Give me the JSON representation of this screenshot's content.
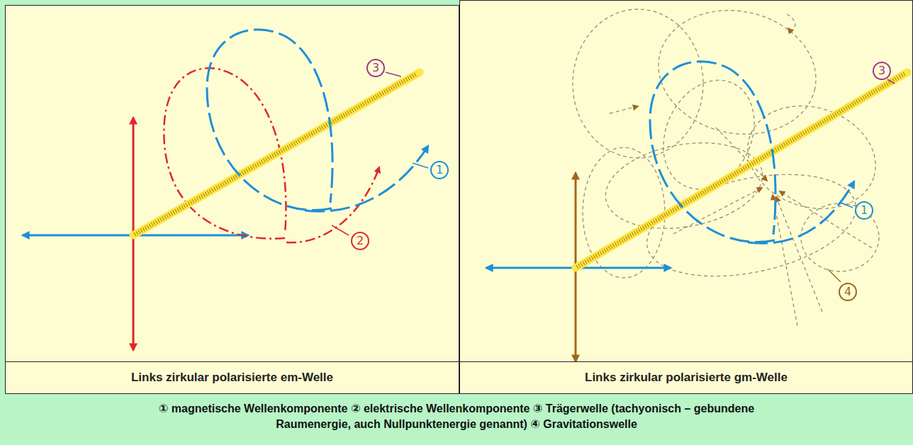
{
  "diagram": {
    "nodes": [
      {
        "text": [
          "Links zirkular polarisierte em-Welle"
        ]
      },
      {
        "text": [
          "Links zirkular polarisierte gm-Welle"
        ]
      }
    ],
    "labels": [
      "3",
      "2",
      "1",
      "3",
      "1",
      "4",
      "① magnetische Wellenkomponente ② elektrische Wellenkomponente ③ Trägerwelle (tachyonisch – gebundene Raumenergie, auch Nullpunktenergie genannt) ④ Gravitationswelle"
    ]
  }
}
